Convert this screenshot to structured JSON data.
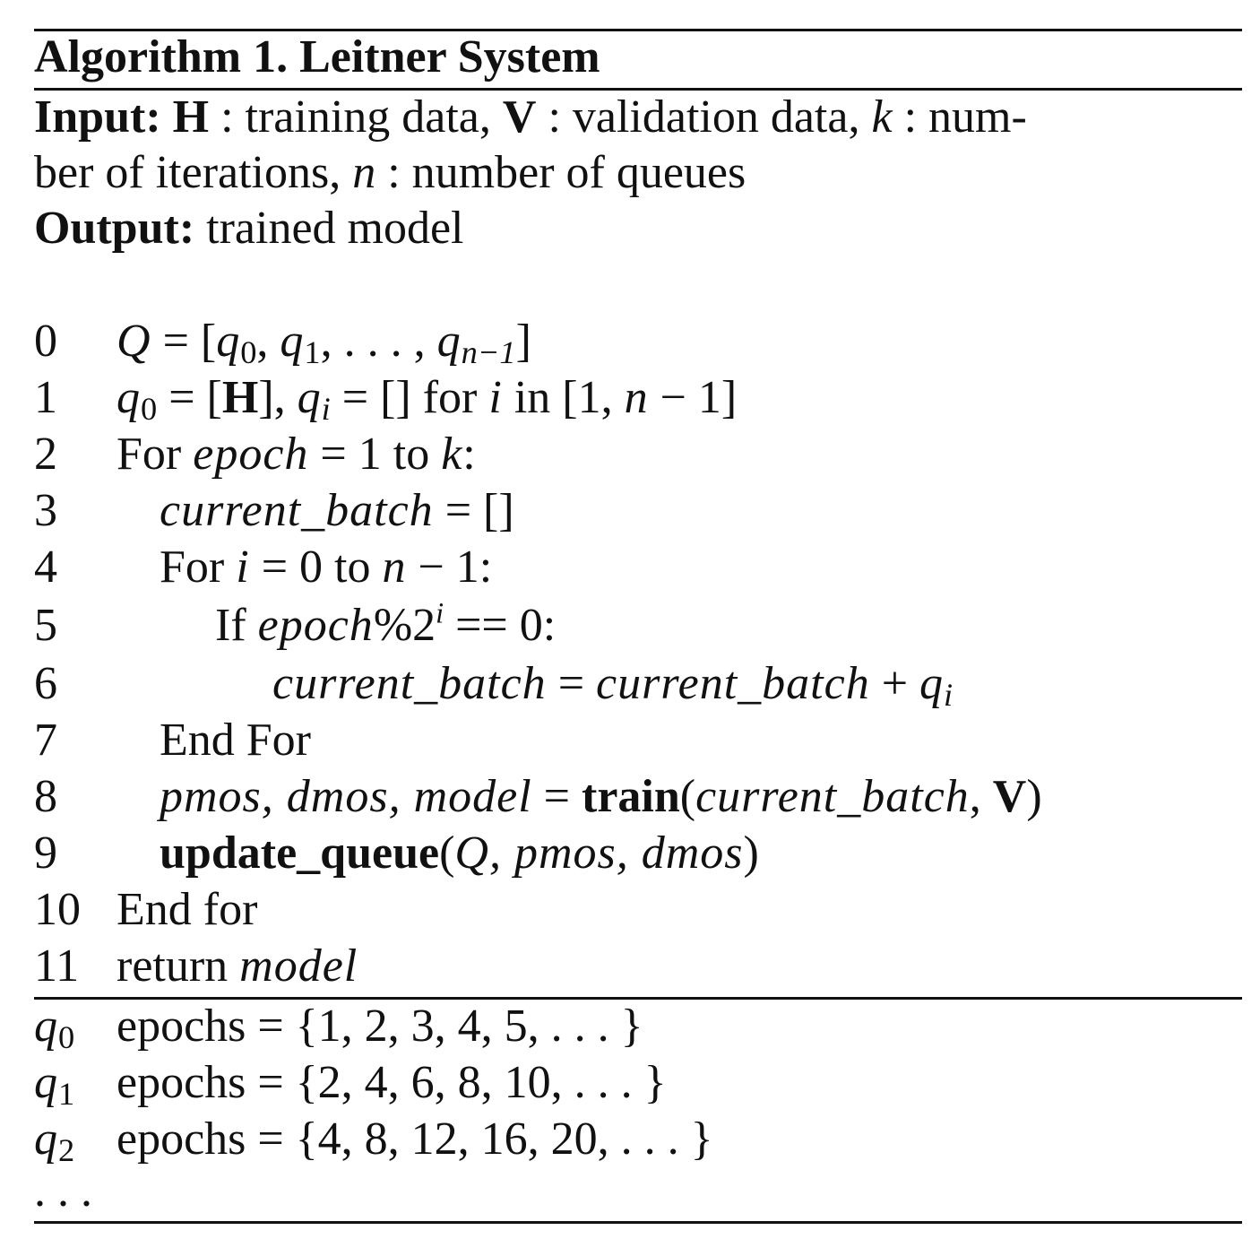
{
  "title": "Algorithm 1. Leitner System",
  "input": {
    "label": "Input:",
    "H_sym": "H",
    "H_desc": " : training data, ",
    "V_sym": "V",
    "V_desc": " : validation data, ",
    "k_sym": "k",
    "k_desc": " : num-",
    "line2_prefix": "ber of iterations, ",
    "n_sym": "n",
    "n_desc": " : number of queues"
  },
  "output": {
    "label": "Output:",
    "text": " trained model"
  },
  "steps": [
    {
      "n": "0"
    },
    {
      "n": "1"
    },
    {
      "n": "2"
    },
    {
      "n": "3"
    },
    {
      "n": "4"
    },
    {
      "n": "5"
    },
    {
      "n": "6"
    },
    {
      "n": "7"
    },
    {
      "n": "8"
    },
    {
      "n": "9"
    },
    {
      "n": "10"
    },
    {
      "n": "11"
    }
  ],
  "code": {
    "l0": {
      "Q": "Q",
      "eq": " = [",
      "q0": "q",
      "s0": "0",
      "c1": ", ",
      "q1": "q",
      "s1": "1",
      "dots": ", . . . , ",
      "qn": "q",
      "sn": "n−1",
      "end": "]"
    },
    "l1": {
      "q0": "q",
      "s0": "0",
      "eq": " = [",
      "H": "H",
      "mid": "], ",
      "qi": "q",
      "si": "i",
      "eq2": " = [] for ",
      "i": "i",
      "in": " in [1, ",
      "n": "n",
      "end": " − 1]"
    },
    "l2": {
      "for": "For ",
      "epoch": "epoch",
      "eq": " = 1 to ",
      "k": "k",
      "end": ":"
    },
    "l3": {
      "cb": "current_batch",
      "end": " = []"
    },
    "l4": {
      "for": "For ",
      "i": "i",
      "eq": " = 0 to ",
      "n": "n",
      "end": " − 1:"
    },
    "l5": {
      "if": "If ",
      "epoch": "epoch",
      "pct": "%2",
      "sup": "i",
      "end": " == 0:"
    },
    "l6": {
      "cb": "current_batch",
      "eq": " = ",
      "cb2": "current_batch",
      "plus": " + ",
      "q": "q",
      "s": "i"
    },
    "l7": {
      "text": "End For"
    },
    "l8": {
      "vars": "pmos, dmos, model",
      "eq": " = ",
      "fn": "train",
      "open": "(",
      "cb": "current_batch",
      "comma": ", ",
      "V": "V",
      "close": ")"
    },
    "l9": {
      "fn": "update_queue",
      "open": "(",
      "args": "Q, pmos, dmos",
      "close": ")"
    },
    "l10": {
      "text": "End for"
    },
    "l11": {
      "ret": "return ",
      "model": "model"
    }
  },
  "queues": [
    {
      "q": "q",
      "sub": "0",
      "text": "epochs = {1, 2, 3, 4, 5, . . . }"
    },
    {
      "q": "q",
      "sub": "1",
      "text": "epochs = {2, 4, 6, 8, 10, . . . }"
    },
    {
      "q": "q",
      "sub": "2",
      "text": "epochs = {4, 8, 12, 16, 20, . . . }"
    }
  ],
  "ellipsis": ". . ."
}
